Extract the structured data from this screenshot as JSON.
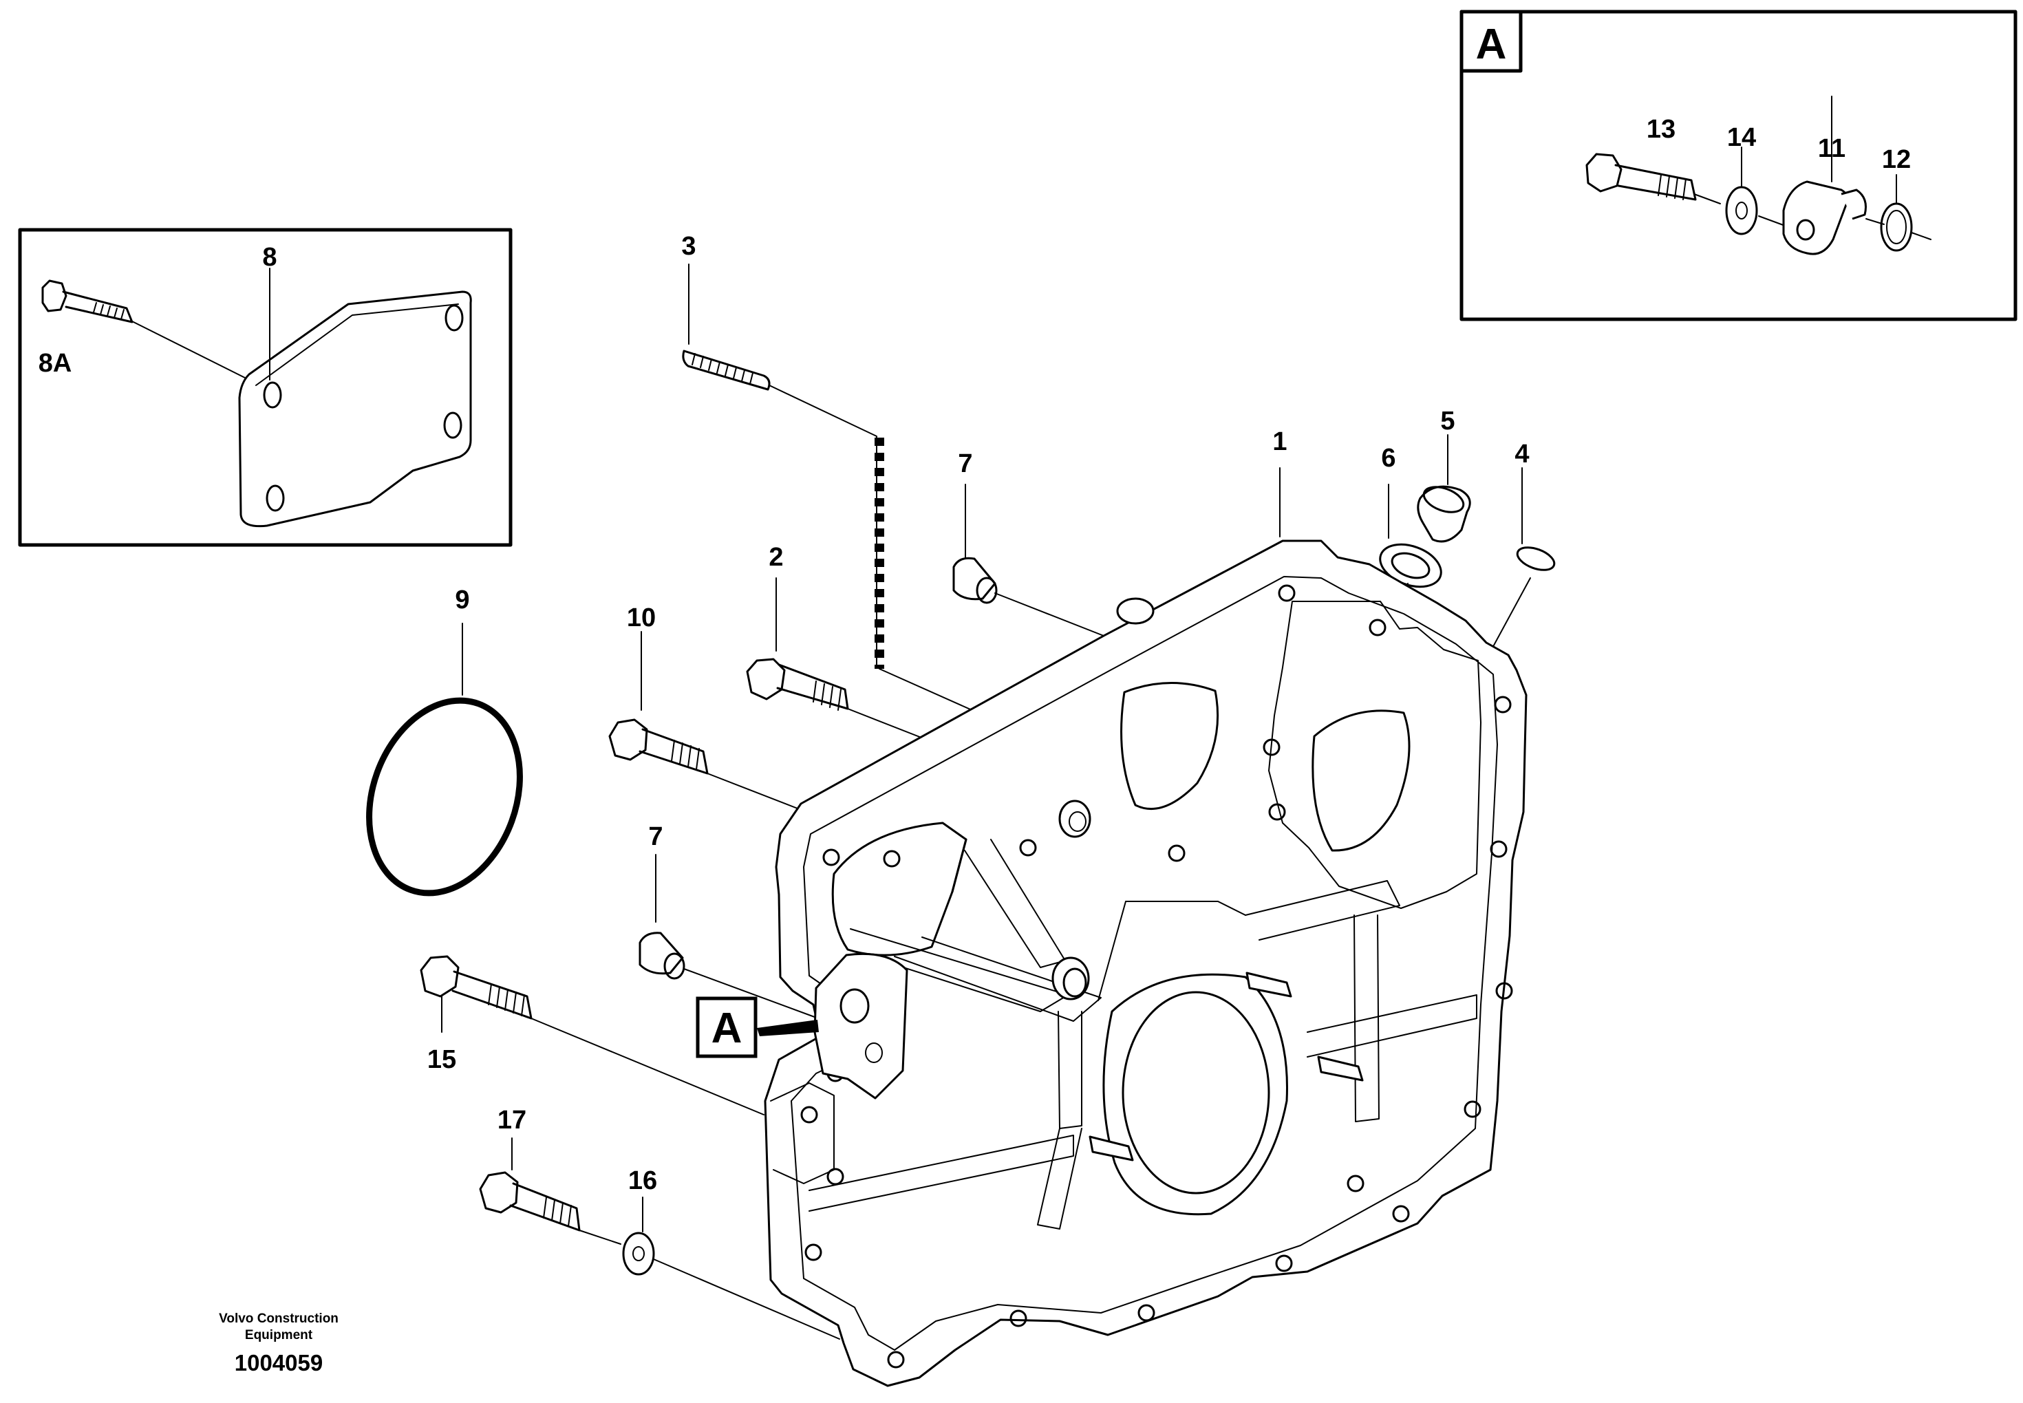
{
  "diagram": {
    "detail_callout": "A",
    "detail_box_label": "A",
    "credit_line_1": "Volvo Construction",
    "credit_line_2": "Equipment",
    "drawing_number": "1004059",
    "part_labels": {
      "p1": "1",
      "p2": "2",
      "p3": "3",
      "p4": "4",
      "p5": "5",
      "p6": "6",
      "p7a": "7",
      "p7b": "7",
      "p8": "8",
      "p8a": "8A",
      "p9": "9",
      "p10": "10",
      "p11": "11",
      "p12": "12",
      "p13": "13",
      "p14": "14",
      "p15": "15",
      "p16": "16",
      "p17": "17"
    }
  }
}
